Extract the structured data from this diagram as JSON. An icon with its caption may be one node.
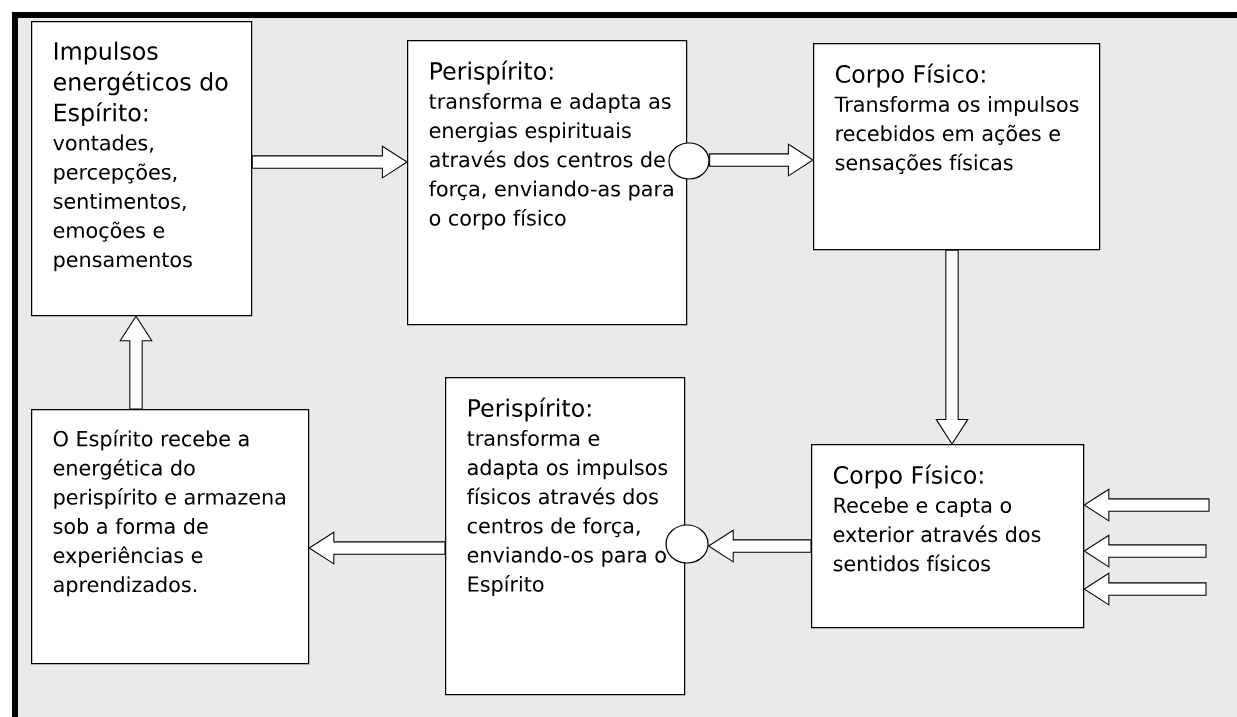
{
  "diagram": {
    "nodes": [
      {
        "text": [
          "Impulsos energéticos do Espírito:",
          "vontades, percepções, sentimentos, emoções e pensamentos"
        ]
      },
      {
        "text": [
          "Perispírito:",
          "transforma e adapta as energias espirituais através dos centros de força, enviando-as para o corpo físico"
        ]
      },
      {
        "text": [],
        "shape": "circle"
      },
      {
        "text": [
          "Corpo Físico:",
          "Transforma os impulsos recebidos em ações e sensações físicas"
        ]
      },
      {
        "text": [
          "O Espírito recebe a energética do perispírito e armazena sob a forma de experiências e aprendizados."
        ]
      },
      {
        "text": [
          "Perispírito:",
          "transforma e adapta os impulsos físicos através dos centros de força, enviando-os para o Espírito"
        ]
      },
      {
        "text": [],
        "shape": "circle"
      },
      {
        "text": [
          "Corpo Físico:",
          "Recebe e capta o exterior através dos sentidos físicos"
        ]
      }
    ],
    "edges": [
      {
        "from": 0,
        "to": 1,
        "arrow": "to"
      },
      {
        "from": 2,
        "to": 3,
        "arrow": "to"
      },
      {
        "from": 3,
        "to": 7,
        "arrow": "to"
      },
      {
        "from": 7,
        "to": 6,
        "arrow": "to"
      },
      {
        "from": 5,
        "to": 4,
        "arrow": "to"
      },
      {
        "from": 4,
        "to": 0,
        "arrow": "to"
      },
      {
        "from": null,
        "to": 7,
        "arrow": "to"
      },
      {
        "from": null,
        "to": 7,
        "arrow": "to"
      },
      {
        "from": null,
        "to": 7,
        "arrow": "to"
      }
    ]
  }
}
